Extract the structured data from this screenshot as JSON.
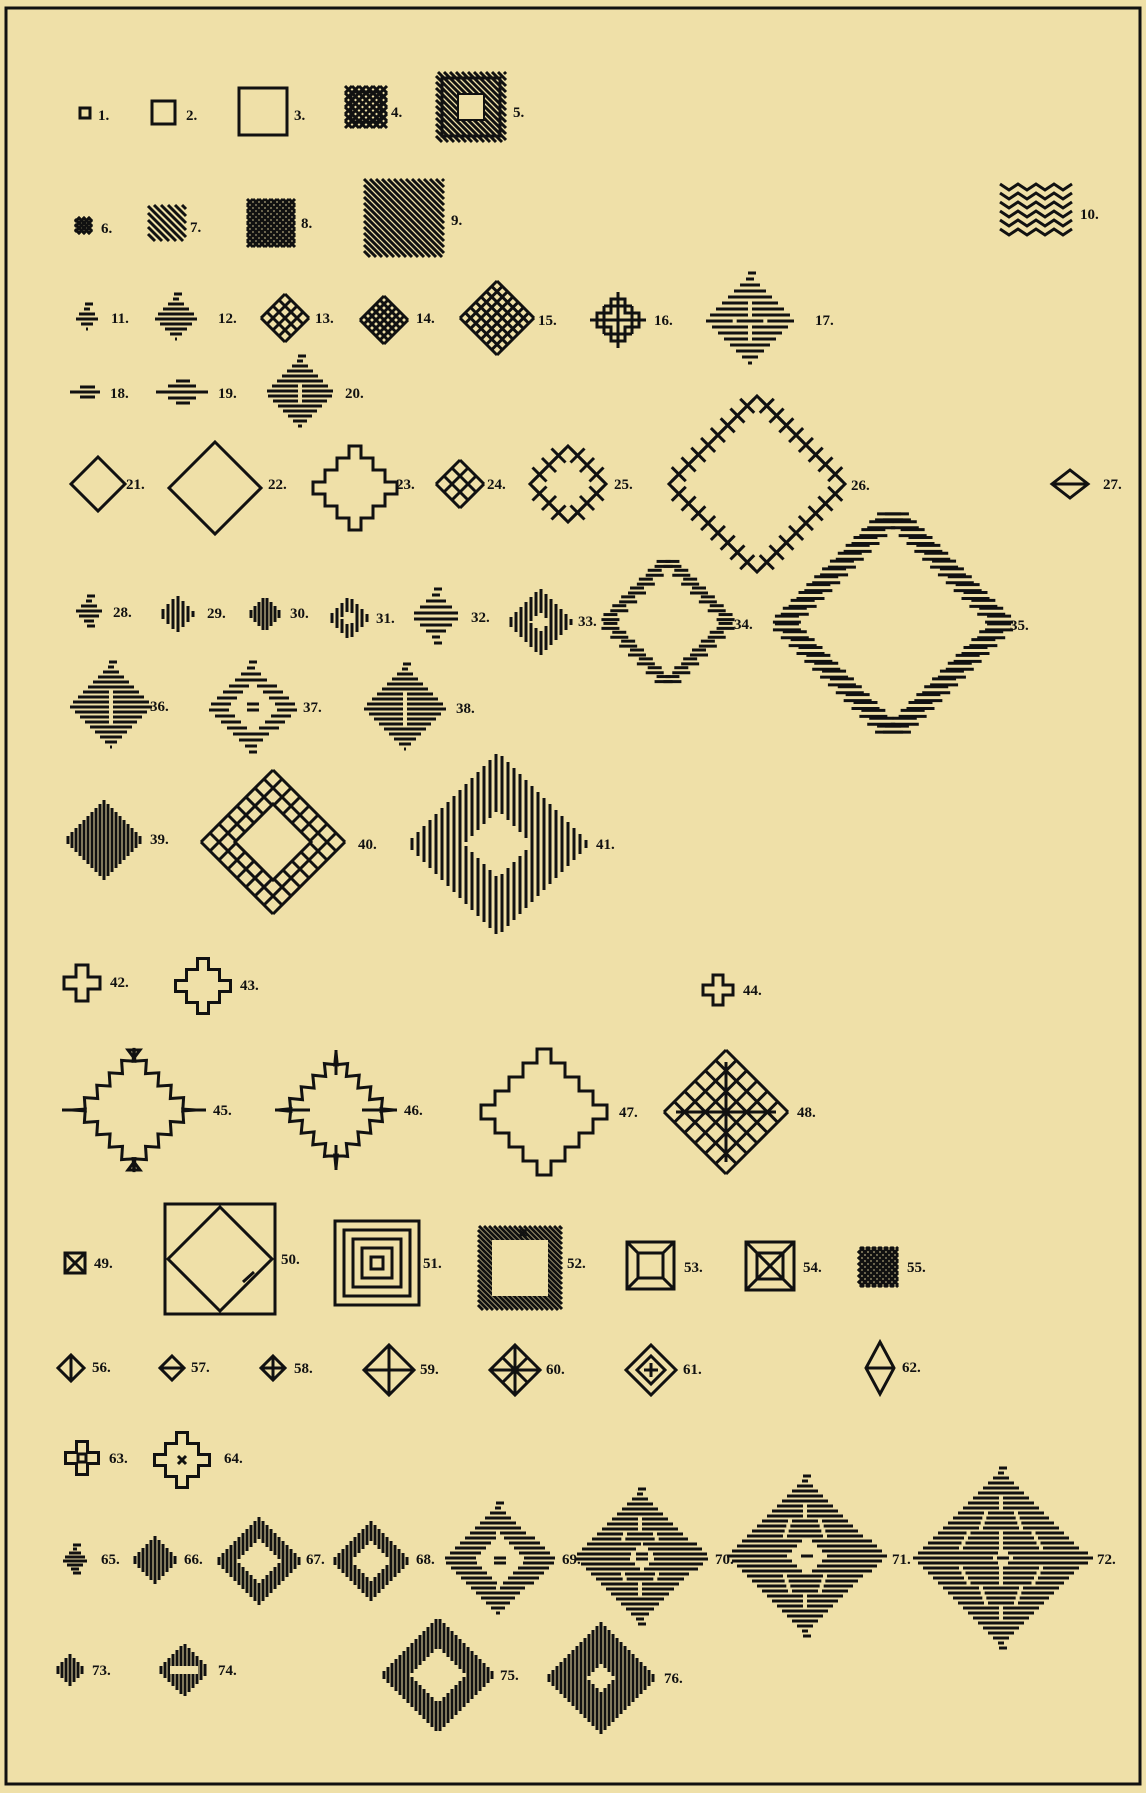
{
  "colors": {
    "paper": "#efe0a8",
    "ink": "#111111"
  },
  "figures": [
    {
      "label": "1.",
      "icon": "small-square-icon"
    },
    {
      "label": "2.",
      "icon": "square-outline-icon"
    },
    {
      "label": "3.",
      "icon": "large-square-outline-icon"
    },
    {
      "label": "4.",
      "icon": "cross-stitched-square-icon"
    },
    {
      "label": "5.",
      "icon": "hatched-square-frame-icon"
    },
    {
      "label": "6.",
      "icon": "small-cross-hatch-icon"
    },
    {
      "label": "7.",
      "icon": "diagonal-stripes-icon"
    },
    {
      "label": "8.",
      "icon": "cross-hatched-square-icon"
    },
    {
      "label": "9.",
      "icon": "hatched-block-icon"
    },
    {
      "label": "10.",
      "icon": "zigzag-frame-icon"
    },
    {
      "label": "11.",
      "icon": "small-bar-diamond-icon"
    },
    {
      "label": "12.",
      "icon": "bar-diamond-icon"
    },
    {
      "label": "13.",
      "icon": "lattice-diamond-icon"
    },
    {
      "label": "14.",
      "icon": "lattice-diamond-icon"
    },
    {
      "label": "15.",
      "icon": "large-lattice-diamond-icon"
    },
    {
      "label": "16.",
      "icon": "grid-cross-icon"
    },
    {
      "label": "17.",
      "icon": "bar-diamond-large-icon"
    },
    {
      "label": "18.",
      "icon": "dash-bar-icon"
    },
    {
      "label": "19.",
      "icon": "dash-bar-icon"
    },
    {
      "label": "20.",
      "icon": "dash-bar-icon"
    },
    {
      "label": "21.",
      "icon": "diamond-outline-icon"
    },
    {
      "label": "22.",
      "icon": "large-diamond-outline-icon"
    },
    {
      "label": "23.",
      "icon": "stepped-cross-icon"
    },
    {
      "label": "24.",
      "icon": "small-x-diamond-icon"
    },
    {
      "label": "25.",
      "icon": "x-diamond-frame-icon"
    },
    {
      "label": "26.",
      "icon": "large-x-diamond-frame-icon"
    },
    {
      "label": "27.",
      "icon": "small-diamond-icon"
    },
    {
      "label": "28.",
      "icon": "small-bar-diamond-icon"
    },
    {
      "label": "29.",
      "icon": "vertical-bar-diamond-icon"
    },
    {
      "label": "30.",
      "icon": "vertical-bar-diamond-icon"
    },
    {
      "label": "31.",
      "icon": "vertical-bar-diamond-icon"
    },
    {
      "label": "32.",
      "icon": "bar-diamond-icon"
    },
    {
      "label": "33.",
      "icon": "vertical-bar-diamond-icon"
    },
    {
      "label": "34.",
      "icon": "dashed-diamond-frame-icon"
    },
    {
      "label": "35.",
      "icon": "large-dashed-diamond-frame-icon"
    },
    {
      "label": "36.",
      "icon": "dash-bar-icon"
    },
    {
      "label": "37.",
      "icon": "dash-bar-icon"
    },
    {
      "label": "38.",
      "icon": "dash-bar-icon"
    },
    {
      "label": "39.",
      "icon": "vertical-bar-diamond-icon"
    },
    {
      "label": "40.",
      "icon": "lattice-diamond-frame-icon"
    },
    {
      "label": "41.",
      "icon": "large-vertical-bar-diamond-icon"
    },
    {
      "label": "42.",
      "icon": "stepped-cross-icon"
    },
    {
      "label": "43.",
      "icon": "stepped-cross-icon"
    },
    {
      "label": "44.",
      "icon": "stepped-cross-icon"
    },
    {
      "label": "45.",
      "icon": "zigzag-diamond-icon"
    },
    {
      "label": "46.",
      "icon": "zigzag-diamond-arrows-icon"
    },
    {
      "label": "47.",
      "icon": "stepped-star-icon"
    },
    {
      "label": "48.",
      "icon": "lattice-star-icon"
    },
    {
      "label": "49.",
      "icon": "boxed-x-icon"
    },
    {
      "label": "50.",
      "icon": "diamond-in-square-icon"
    },
    {
      "label": "51.",
      "icon": "concentric-squares-icon"
    },
    {
      "label": "52.",
      "icon": "hatched-square-frame-icon"
    },
    {
      "label": "53.",
      "icon": "framed-square-icon"
    },
    {
      "label": "54.",
      "icon": "framed-x-square-icon"
    },
    {
      "label": "55.",
      "icon": "cross-hatched-square-icon"
    },
    {
      "label": "56.",
      "icon": "diamond-vertical-line-icon"
    },
    {
      "label": "57.",
      "icon": "diamond-horizontal-line-icon"
    },
    {
      "label": "58.",
      "icon": "diamond-cross-icon"
    },
    {
      "label": "59.",
      "icon": "diamond-cross-icon"
    },
    {
      "label": "60.",
      "icon": "diamond-star-icon"
    },
    {
      "label": "61.",
      "icon": "nested-diamond-icon"
    },
    {
      "label": "62.",
      "icon": "tall-diamond-icon"
    },
    {
      "label": "63.",
      "icon": "stepped-cross-dot-icon"
    },
    {
      "label": "64.",
      "icon": "stepped-cross-x-icon"
    },
    {
      "label": "65.",
      "icon": "small-bar-diamond-icon"
    },
    {
      "label": "66.",
      "icon": "vertical-bar-diamond-icon"
    },
    {
      "label": "67.",
      "icon": "vertical-bar-diamond-frame-icon"
    },
    {
      "label": "68.",
      "icon": "vertical-bar-diamond-frame-icon"
    },
    {
      "label": "69.",
      "icon": "bar-diamond-frame-icon"
    },
    {
      "label": "70.",
      "icon": "bar-diamond-large-icon"
    },
    {
      "label": "71.",
      "icon": "bar-diamond-large-icon"
    },
    {
      "label": "72.",
      "icon": "bar-diamond-large-icon"
    },
    {
      "label": "73.",
      "icon": "vertical-bar-oval-icon"
    },
    {
      "label": "74.",
      "icon": "vertical-bar-oval-icon"
    },
    {
      "label": "75.",
      "icon": "vertical-bar-diamond-frame-icon"
    },
    {
      "label": "76.",
      "icon": "vertical-bar-diamond-frame-icon"
    }
  ]
}
